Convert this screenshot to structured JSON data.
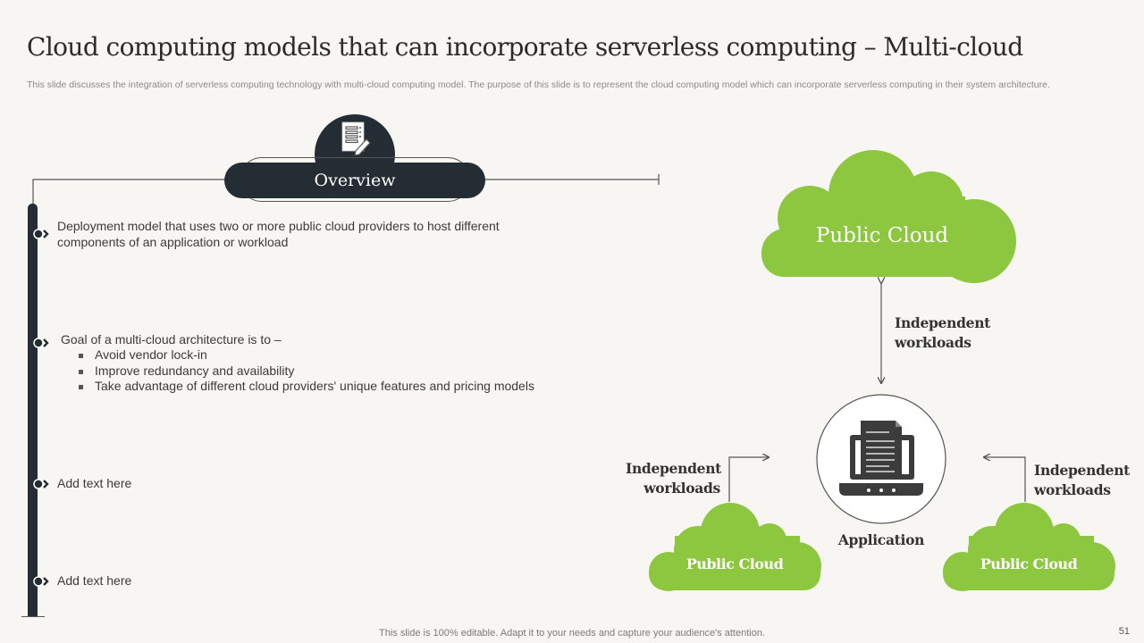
{
  "slide": {
    "title": "Cloud computing models that can incorporate serverless computing – Multi-cloud",
    "subtitle": "This slide discusses the integration of serverless computing technology with multi-cloud computing model. The purpose of this slide is to represent the cloud computing model which can incorporate serverless computing in their system architecture.",
    "footer": "This slide is 100% editable. Adapt it to your needs and capture your audience's attention.",
    "page_number": "51"
  },
  "overview": {
    "heading": "Overview",
    "icon": "document-edit-icon",
    "items": [
      {
        "text": "Deployment model that uses two or more public cloud providers to host different components of an application or workload"
      },
      {
        "text": "Goal of a multi-cloud architecture is to –",
        "sub_items": [
          "Avoid vendor lock-in",
          "Improve redundancy and availability",
          "Take advantage of different cloud providers' unique features and pricing models"
        ]
      },
      {
        "text": "Add text here"
      },
      {
        "text": "Add text here"
      }
    ]
  },
  "diagram": {
    "top_cloud": "Public Cloud",
    "left_cloud": "Public Cloud",
    "right_cloud": "Public Cloud",
    "center_label": "Application",
    "center_icon": "laptop-document-icon",
    "top_arrow_label": "Independent workloads",
    "left_arrow_label": "Independent workloads",
    "right_arrow_label": "Independent workloads",
    "colors": {
      "cloud": "#8dc63f",
      "dark": "#242d33",
      "icon": "#3c3c3c"
    }
  }
}
